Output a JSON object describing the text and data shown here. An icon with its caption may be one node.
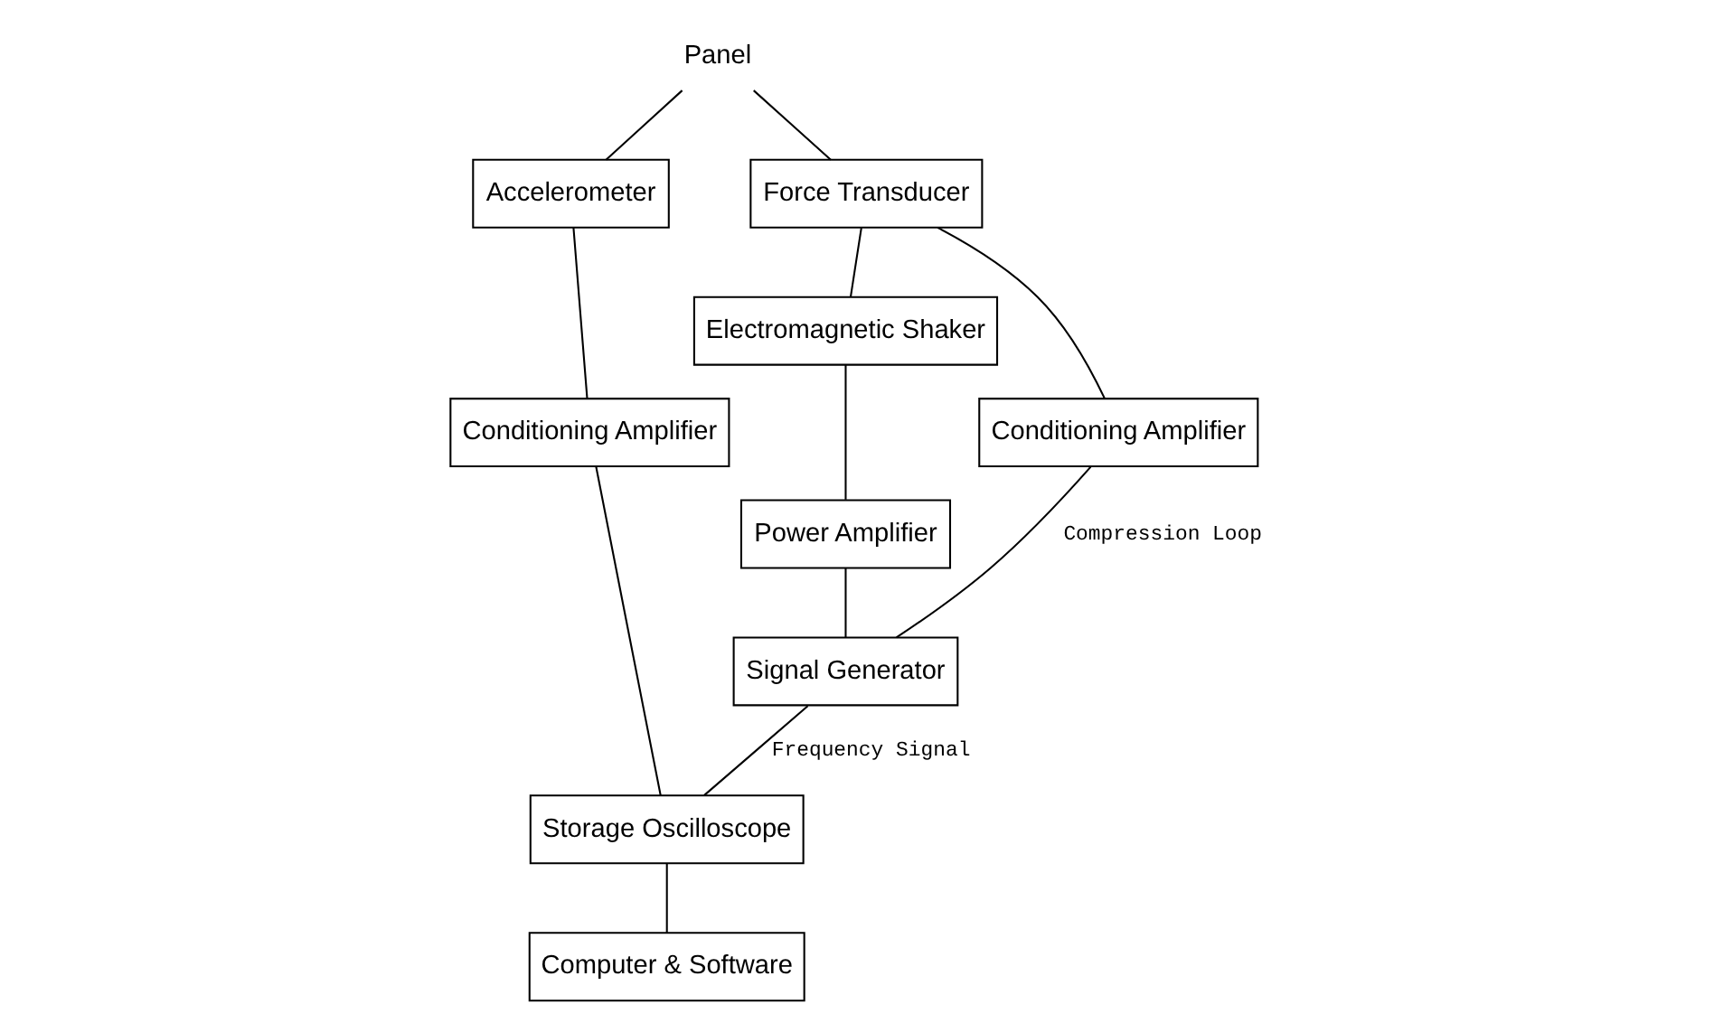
{
  "diagram": {
    "nodes": [
      {
        "text": [
          "Panel"
        ]
      },
      {
        "text": [
          "Accelerometer"
        ]
      },
      {
        "text": [
          "Force Transducer"
        ]
      },
      {
        "text": [
          "Electromagnetic Shaker"
        ]
      },
      {
        "text": [
          "Conditioning Amplifier"
        ]
      },
      {
        "text": [
          "Power Amplifier"
        ]
      },
      {
        "text": [
          "Signal Generator"
        ]
      },
      {
        "text": [
          "Conditioning Amplifier"
        ]
      },
      {
        "text": [
          "Storage Oscilloscope"
        ]
      },
      {
        "text": [
          "Computer & Software"
        ]
      }
    ],
    "edges": [
      {
        "from": 0,
        "to": 2,
        "arrow": "none"
      },
      {
        "from": 0,
        "to": 1,
        "arrow": "none"
      },
      {
        "from": 2,
        "to": 4,
        "arrow": "none"
      },
      {
        "from": 2,
        "to": 3,
        "arrow": "none"
      },
      {
        "from": 3,
        "to": 5,
        "arrow": "none"
      },
      {
        "from": 5,
        "to": 6,
        "arrow": "none"
      },
      {
        "from": 4,
        "to": 6,
        "arrow": "none",
        "label": "Compression Loop"
      },
      {
        "from": 6,
        "to": 8,
        "arrow": "none",
        "label": "Frequency Signal"
      },
      {
        "from": 1,
        "to": 7,
        "arrow": "none"
      },
      {
        "from": 7,
        "to": 8,
        "arrow": "none"
      },
      {
        "from": 8,
        "to": 9,
        "arrow": "none"
      }
    ]
  }
}
